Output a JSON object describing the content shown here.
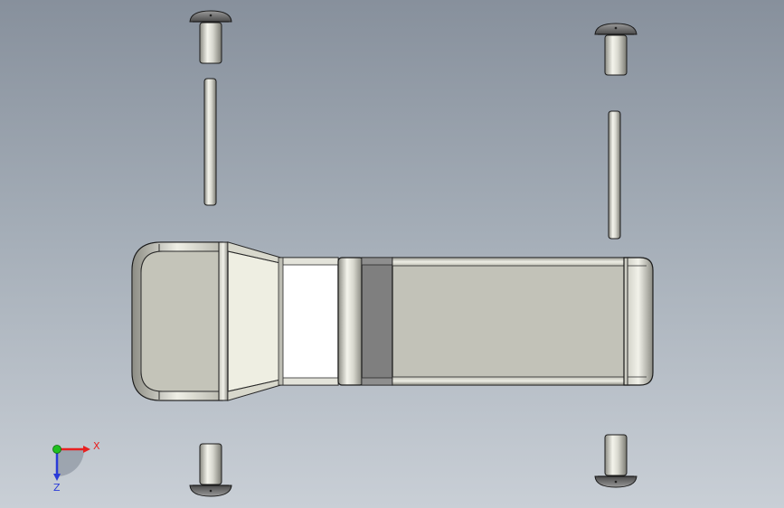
{
  "viewport": {
    "background_top": "#87909c",
    "background_bottom": "#c9cfd6"
  },
  "colors": {
    "part_body": "#c3c3b8",
    "part_highlight": "#f0f0e4",
    "part_white": "#ffffff",
    "part_band": "#7d7d7d",
    "edge": "#2a2a2a",
    "rivet_head": "#6e6e6e",
    "axis_x": "#e82020",
    "axis_y": "#1fbf1f",
    "axis_z": "#2a3bd8"
  },
  "triad": {
    "x_label": "X",
    "z_label": "Z"
  },
  "parts": {
    "hinge_body": "hinge-leaf",
    "rivets": [
      "rivet-top-left",
      "rivet-top-right",
      "rivet-bottom-left",
      "rivet-bottom-right"
    ],
    "pins": [
      "pin-left",
      "pin-right"
    ]
  }
}
